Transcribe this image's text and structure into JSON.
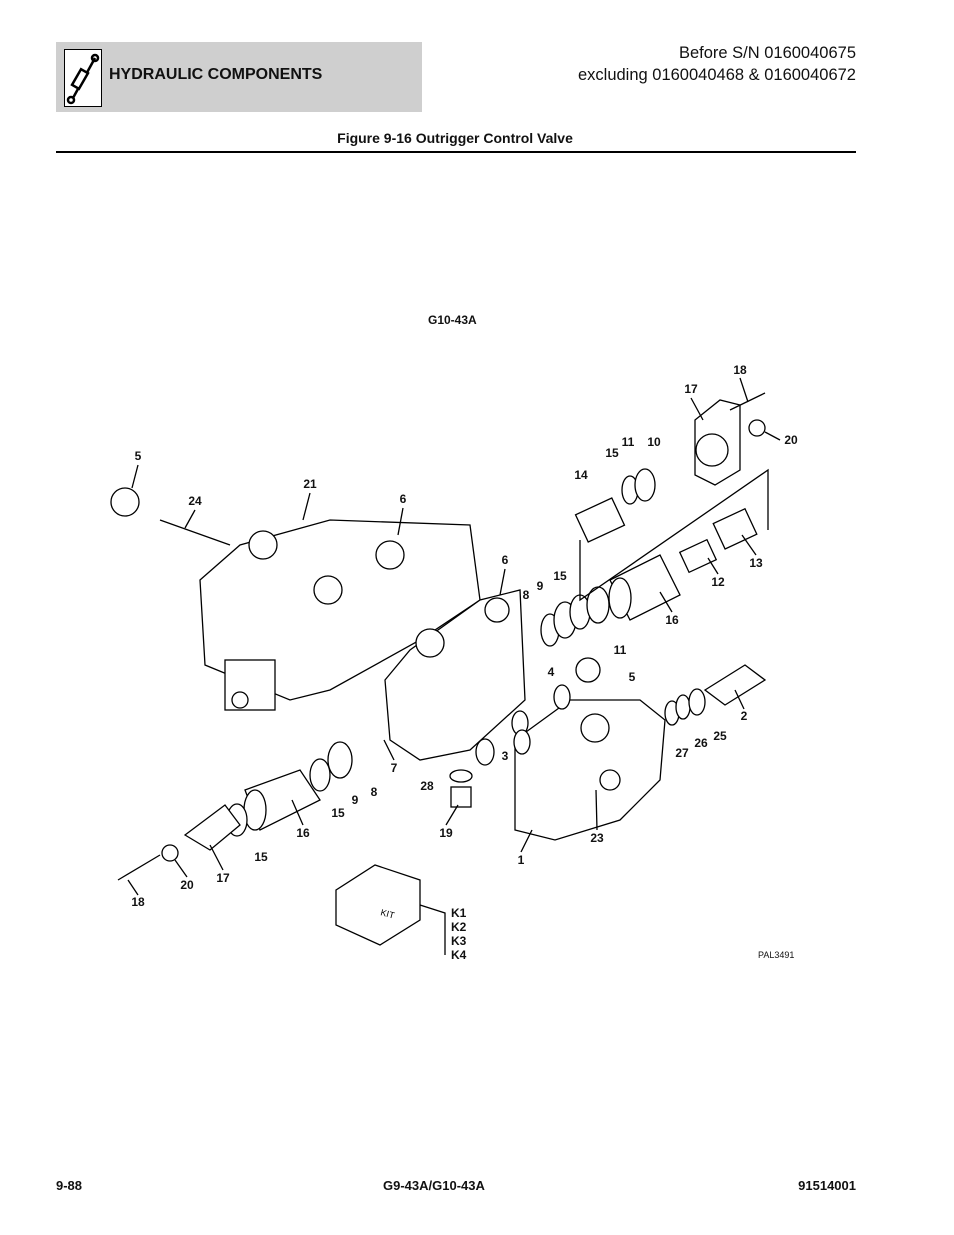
{
  "header": {
    "section": "HYDRAULIC COMPONENTS",
    "serial_line1": "Before S/N 0160040675",
    "serial_line2": "excluding 0160040468 & 0160040672",
    "icon": "hydraulic-cylinder-icon"
  },
  "figure": {
    "title": "Figure 9-16 Outrigger Control Valve",
    "model": "G10-43A",
    "drawing_id": "PAL3491",
    "callouts": [
      "5",
      "24",
      "21",
      "6",
      "6",
      "18",
      "17",
      "20",
      "11",
      "10",
      "15",
      "14",
      "13",
      "12",
      "9",
      "15",
      "8",
      "16",
      "11",
      "4",
      "5",
      "2",
      "25",
      "26",
      "27",
      "3",
      "7",
      "9",
      "8",
      "28",
      "15",
      "19",
      "16",
      "23",
      "1",
      "15",
      "17",
      "20",
      "18"
    ],
    "kit_labels": [
      "K1",
      "K2",
      "K3",
      "K4"
    ],
    "kit_box_text": "KIT"
  },
  "footer": {
    "page": "9-88",
    "model": "G9-43A/G10-43A",
    "doc_number": "91514001"
  }
}
